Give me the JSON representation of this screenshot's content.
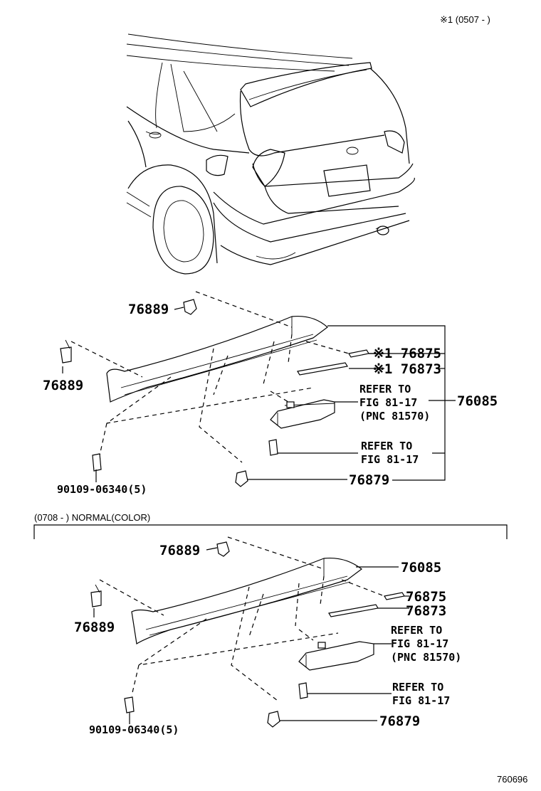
{
  "header_note": "※1 (0507 -          )",
  "section_note": "(0708 -          ) NORMAL(COLOR)",
  "footer_code": "760696",
  "upper": {
    "p76889_top": "76889",
    "p76889_left": "76889",
    "p76875": "※1 76875",
    "p76873": "※1 76873",
    "p76085": "76085",
    "refer_lamp": [
      "REFER TO",
      "FIG 81-17",
      "(PNC 81570)"
    ],
    "refer_bolt": [
      "REFER TO",
      "FIG 81-17"
    ],
    "p76879": "76879",
    "p90109": "90109-06340(5)"
  },
  "lower": {
    "p76889_top": "76889",
    "p76889_left": "76889",
    "p76085": "76085",
    "p76875": "76875",
    "p76873": "76873",
    "refer_lamp": [
      "REFER TO",
      "FIG 81-17",
      "(PNC 81570)"
    ],
    "refer_bolt": [
      "REFER TO",
      "FIG 81-17"
    ],
    "p76879": "76879",
    "p90109": "90109-06340(5)"
  }
}
